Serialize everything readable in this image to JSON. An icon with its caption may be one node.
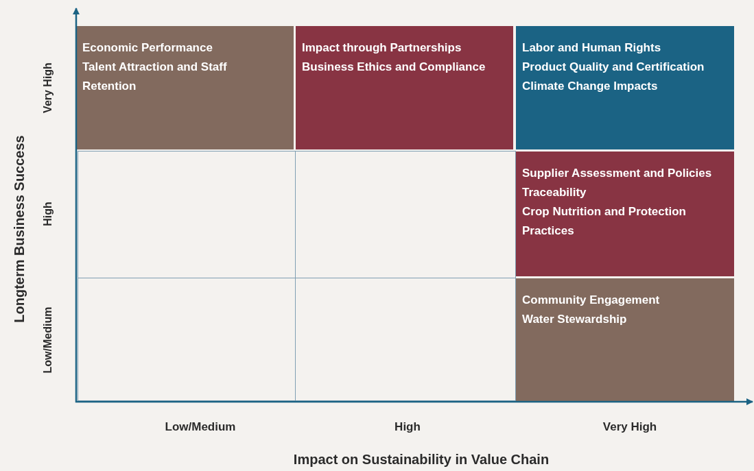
{
  "diagram": {
    "nodes": [
      {
        "text": [
          "Economic Performance",
          "Talent Attraction and Staff Retention"
        ]
      },
      {
        "text": [
          "Impact through Partnerships",
          "Business Ethics and Compliance"
        ]
      },
      {
        "text": [
          "Labor and Human Rights",
          "Product Quality and Certification",
          "Climate Change Impacts"
        ]
      },
      {
        "text": [],
        "shape": "box"
      },
      {
        "text": [],
        "shape": "box"
      },
      {
        "text": [
          "Supplier Assessment and Policies",
          "Traceability",
          "Crop Nutrition and Protection Practices"
        ]
      },
      {
        "text": [],
        "shape": "box"
      },
      {
        "text": [],
        "shape": "box"
      },
      {
        "text": [
          "Community Engagement",
          "Water Stewardship"
        ]
      }
    ],
    "labels": [
      "Longterm Business Success",
      "Very High",
      "High",
      "Low/Medium",
      "Low/Medium",
      "High",
      "Very High",
      "Impact on Sustainability in Value Chain"
    ]
  }
}
